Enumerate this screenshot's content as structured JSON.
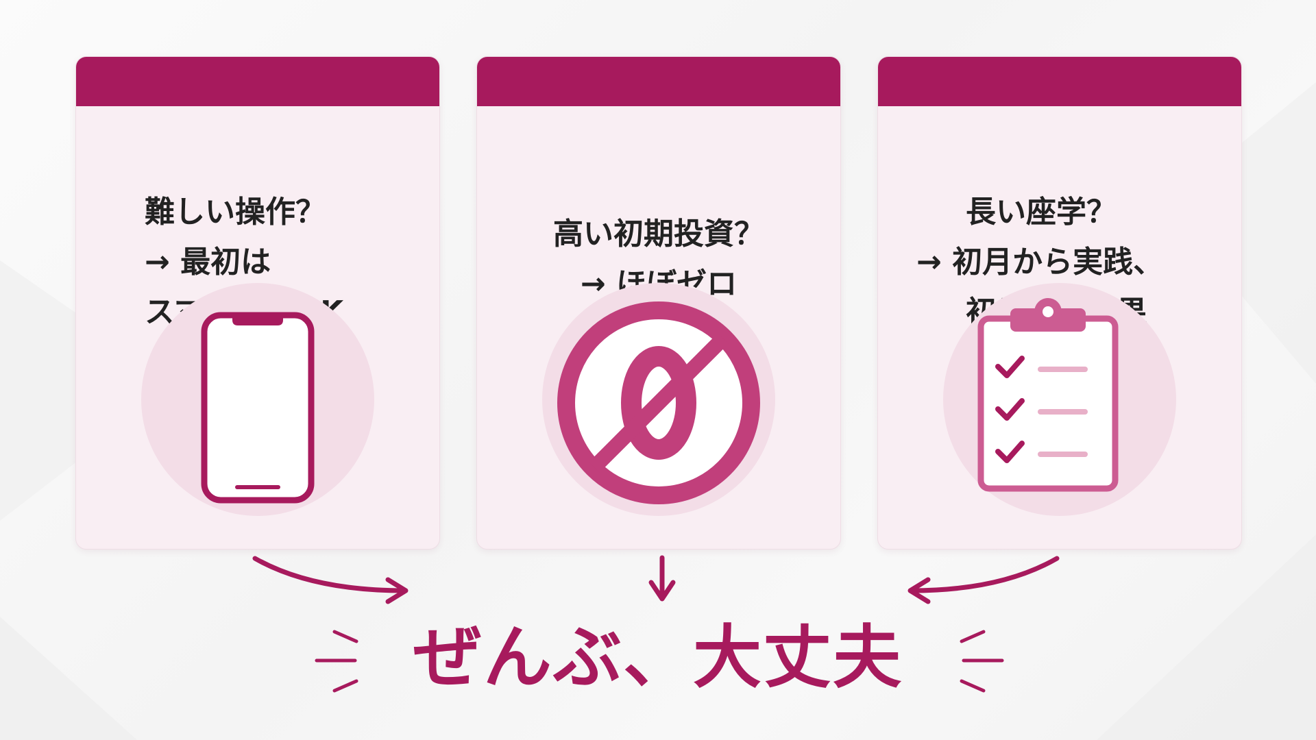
{
  "colors": {
    "accent": "#a71a5d",
    "accent_light": "#c8508a",
    "card_bg": "#f9eef3",
    "text": "#222222"
  },
  "cards": [
    {
      "lines": [
        "難しい操作？",
        "→ 最初は",
        "スマホでもOK"
      ],
      "icon": "smartphone-icon"
    },
    {
      "lines": [
        "高い初期投資？",
        "→ ほぼゼロ"
      ],
      "icon": "zero-prohibited-icon"
    },
    {
      "lines": [
        "長い座学？",
        "→ 初月から実践、",
        "初月から成果"
      ],
      "icon": "clipboard-checklist-icon"
    }
  ],
  "slogan": "ぜんぶ、大丈夫"
}
